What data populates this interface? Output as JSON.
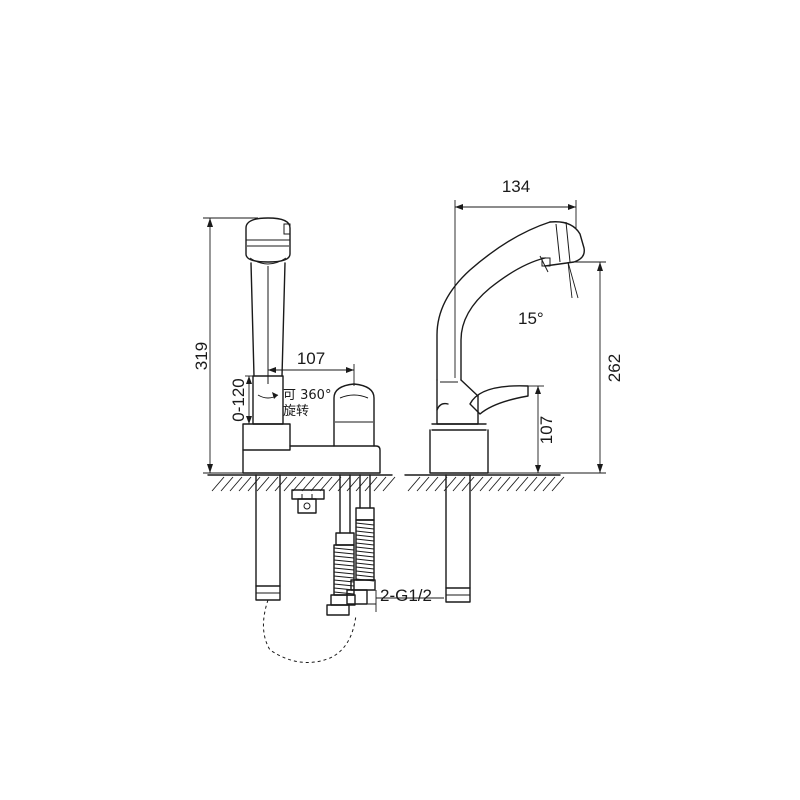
{
  "dimensions": {
    "total_height": "319",
    "rotation_height": "0-120",
    "spout_reach_front": "107",
    "spout_reach_side": "134",
    "spout_height_side": "262",
    "handle_height_side": "107"
  },
  "annotations": {
    "rotate_line1": "可 360°",
    "rotate_line2": "旋转",
    "angle": "15°",
    "thread": "2-G1/2"
  }
}
